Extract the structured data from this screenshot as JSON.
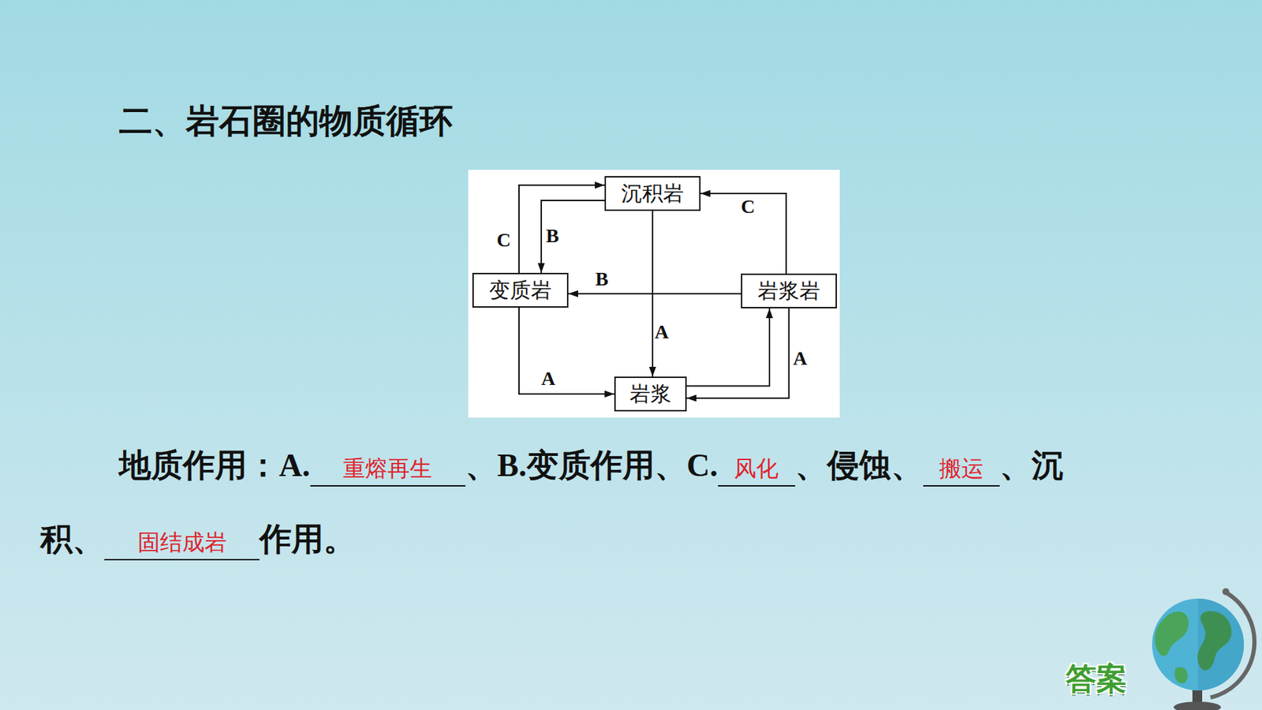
{
  "diagram": {
    "title": "二、岩石圈的物质循环",
    "nodes": [
      {
        "text": [
          "沉积岩"
        ]
      },
      {
        "text": [
          "变质岩"
        ]
      },
      {
        "text": [
          "岩浆岩"
        ]
      },
      {
        "text": [
          "岩浆"
        ]
      }
    ],
    "edges": [
      {
        "from": 0,
        "to": 1,
        "arrow": "to",
        "label": "B"
      },
      {
        "from": 1,
        "to": 0,
        "arrow": "to",
        "label": "C"
      },
      {
        "from": 0,
        "to": 3,
        "arrow": "to",
        "label": "A"
      },
      {
        "from": 2,
        "to": 1,
        "arrow": "to",
        "label": "B"
      },
      {
        "from": 2,
        "to": 0,
        "arrow": "to",
        "label": "C"
      },
      {
        "from": 1,
        "to": 3,
        "arrow": "to",
        "label": "A"
      },
      {
        "from": 3,
        "to": 2,
        "arrow": "to"
      },
      {
        "from": 2,
        "to": 3,
        "arrow": "to",
        "label": "A"
      }
    ],
    "labels": [
      "地质作用：A.",
      "重熔再生",
      "、B.变质作用、C.",
      "风化",
      "、侵蚀、",
      "搬运",
      "、沉",
      "积、",
      "固结成岩",
      "作用。",
      "答案"
    ]
  }
}
